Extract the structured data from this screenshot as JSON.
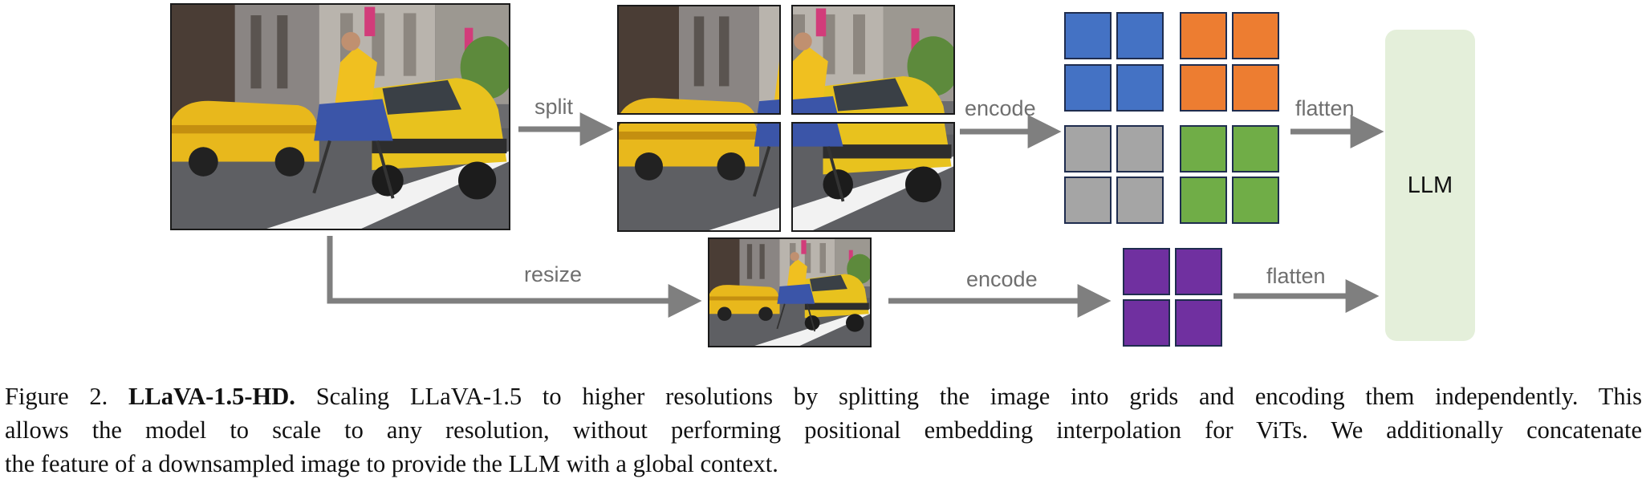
{
  "figure": {
    "labels": {
      "split": "split",
      "encode_top": "encode",
      "flatten_top": "flatten",
      "resize": "resize",
      "encode_bottom": "encode",
      "flatten_bottom": "flatten",
      "llm": "LLM"
    },
    "token_colors": {
      "blue": "#4472c4",
      "orange": "#ed7d31",
      "gray": "#a5a5a5",
      "green": "#70ad47",
      "purple": "#7030a0",
      "llm_background": "#e4efda",
      "arrow": "#7f7f7f"
    },
    "photo_icon": "street-scene-taxi-image"
  },
  "caption": {
    "prefix": "Figure 2. ",
    "title": "LLaVA-1.5-HD.",
    "line1_rest": " Scaling LLaVA-1.5 to higher resolutions by splitting the image into grids and encoding them independently. This",
    "line2": "allows the model to scale to any resolution, without performing positional embedding interpolation for ViTs. We additionally concatenate",
    "line3": "the feature of a downsampled image to provide the LLM with a global context."
  }
}
